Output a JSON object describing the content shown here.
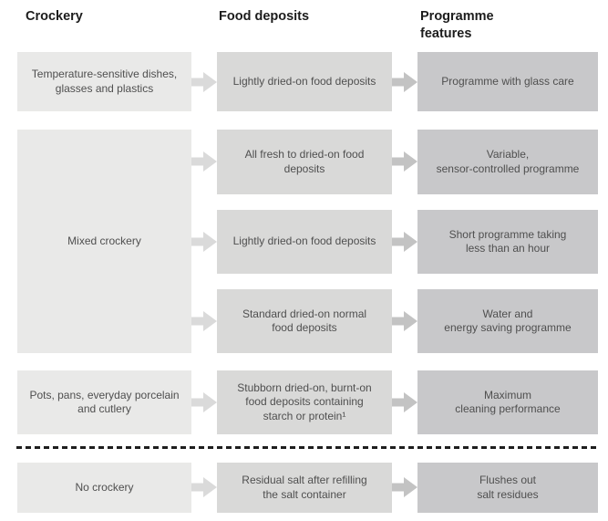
{
  "headers": {
    "crockery": "Crockery",
    "food_deposits": "Food deposits",
    "programme_features": "Programme features"
  },
  "colors": {
    "crockery_box": "#e9e9e8",
    "deposit_box": "#d9d9d8",
    "feature_box": "#c8c8ca",
    "arrow_primary": "#dadada",
    "arrow_secondary": "#c3c3c3",
    "box_text": "#4f4f4f",
    "heading_text": "#1c1c1c",
    "separator": "#1e1e1e"
  },
  "rows": [
    {
      "crockery": "Temperature-sensitive dishes,\nglasses and plastics",
      "food_deposit": "Lightly dried-on food deposits",
      "programme_feature": "Programme with glass care"
    },
    {
      "crockery": "Mixed crockery",
      "food_deposit": "All fresh to dried-on food\ndeposits",
      "programme_feature": "Variable,\nsensor-controlled programme"
    },
    {
      "food_deposit": "Lightly dried-on food deposits",
      "programme_feature": "Short programme taking\nless than an hour"
    },
    {
      "food_deposit": "Standard dried-on normal\nfood deposits",
      "programme_feature": "Water and\nenergy saving programme"
    },
    {
      "crockery": "Pots, pans, everyday porcelain\nand cutlery",
      "food_deposit": "Stubborn dried-on, burnt-on\nfood deposits containing\nstarch or protein¹",
      "programme_feature": "Maximum\ncleaning performance"
    },
    {
      "crockery": "No crockery",
      "food_deposit": "Residual salt after refilling\nthe salt container",
      "programme_feature": "Flushes out\nsalt residues"
    }
  ]
}
